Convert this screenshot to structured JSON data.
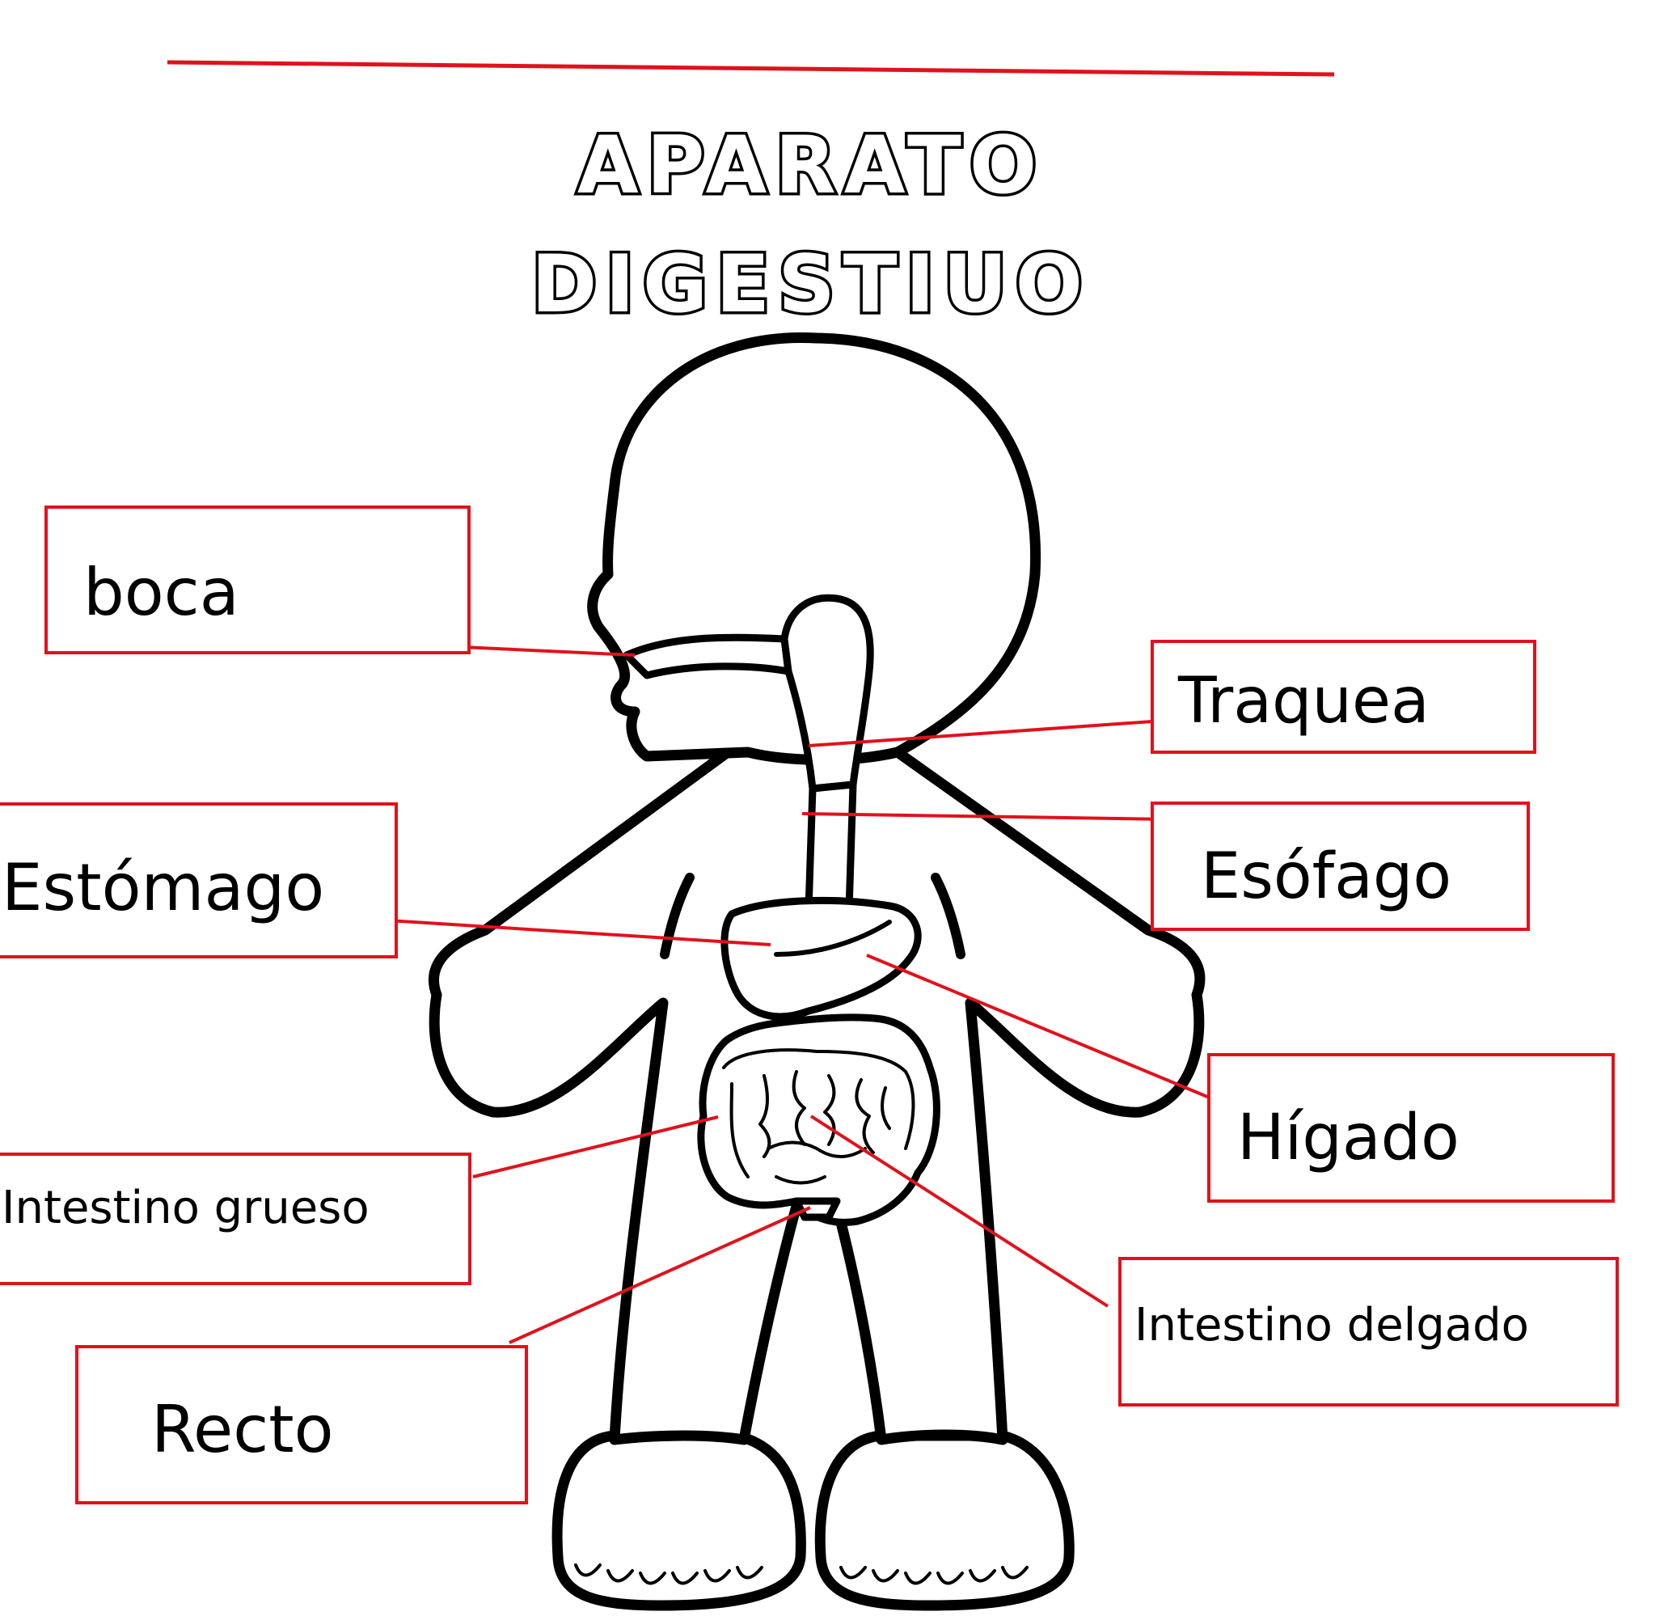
{
  "title": {
    "line1": "APARATO",
    "line2": "DIGESTIUO"
  },
  "labels": {
    "boca": "boca",
    "traquea": "Traquea",
    "estomago": "Estómago",
    "esofago": "Esófago",
    "higado": "Hígado",
    "intestino_grueso": "Intestino grueso",
    "intestino_delgado": "Intestino delgado",
    "recto": "Recto"
  },
  "colors": {
    "accent": "#e0121c",
    "outline": "#000000",
    "background": "#ffffff"
  }
}
